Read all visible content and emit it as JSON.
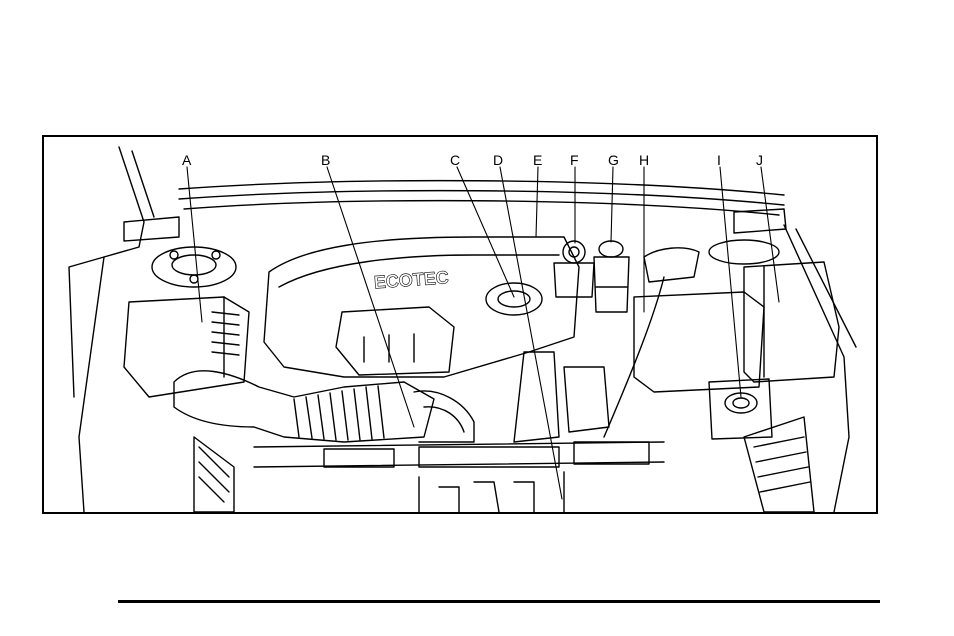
{
  "figure": {
    "engine_cover_text": "ECOTEC",
    "callouts": [
      {
        "id": "A",
        "label": "A"
      },
      {
        "id": "B",
        "label": "B"
      },
      {
        "id": "C",
        "label": "C"
      },
      {
        "id": "D",
        "label": "D"
      },
      {
        "id": "E",
        "label": "E"
      },
      {
        "id": "F",
        "label": "F"
      },
      {
        "id": "G",
        "label": "G"
      },
      {
        "id": "H",
        "label": "H"
      },
      {
        "id": "I",
        "label": "I"
      },
      {
        "id": "J",
        "label": "J"
      }
    ]
  }
}
